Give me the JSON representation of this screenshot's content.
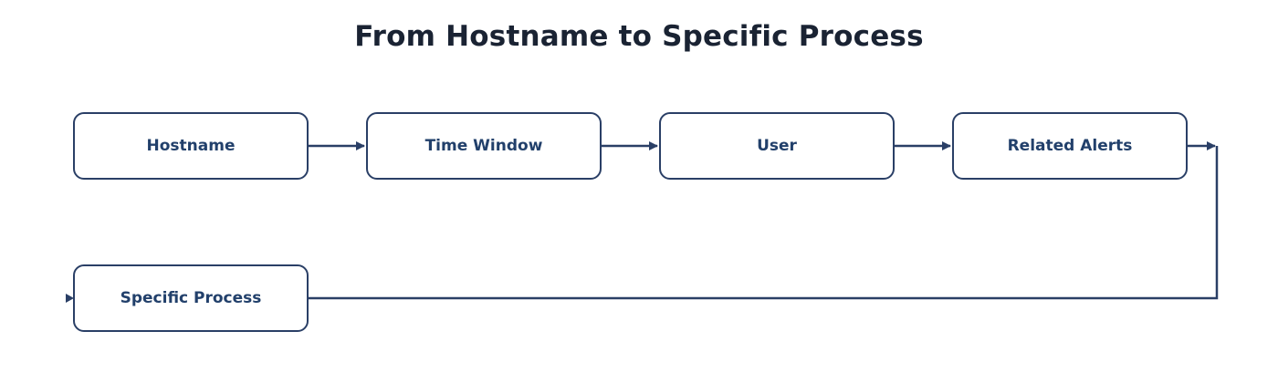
{
  "diagram": {
    "title": "From Hostname to Specific Process",
    "nodes": [
      {
        "label": "Hostname"
      },
      {
        "label": "Time Window"
      },
      {
        "label": "User"
      },
      {
        "label": "Related Alerts"
      },
      {
        "label": "Specific Process"
      }
    ],
    "edges": [
      {
        "from": "Hostname",
        "to": "Time Window"
      },
      {
        "from": "Time Window",
        "to": "User"
      },
      {
        "from": "User",
        "to": "Related Alerts"
      },
      {
        "from": "Related Alerts",
        "to": "Specific Process"
      }
    ],
    "colors": {
      "stroke": "#2a3f66",
      "label": "#22406b",
      "title": "#1a2333",
      "background": "#ffffff"
    }
  }
}
